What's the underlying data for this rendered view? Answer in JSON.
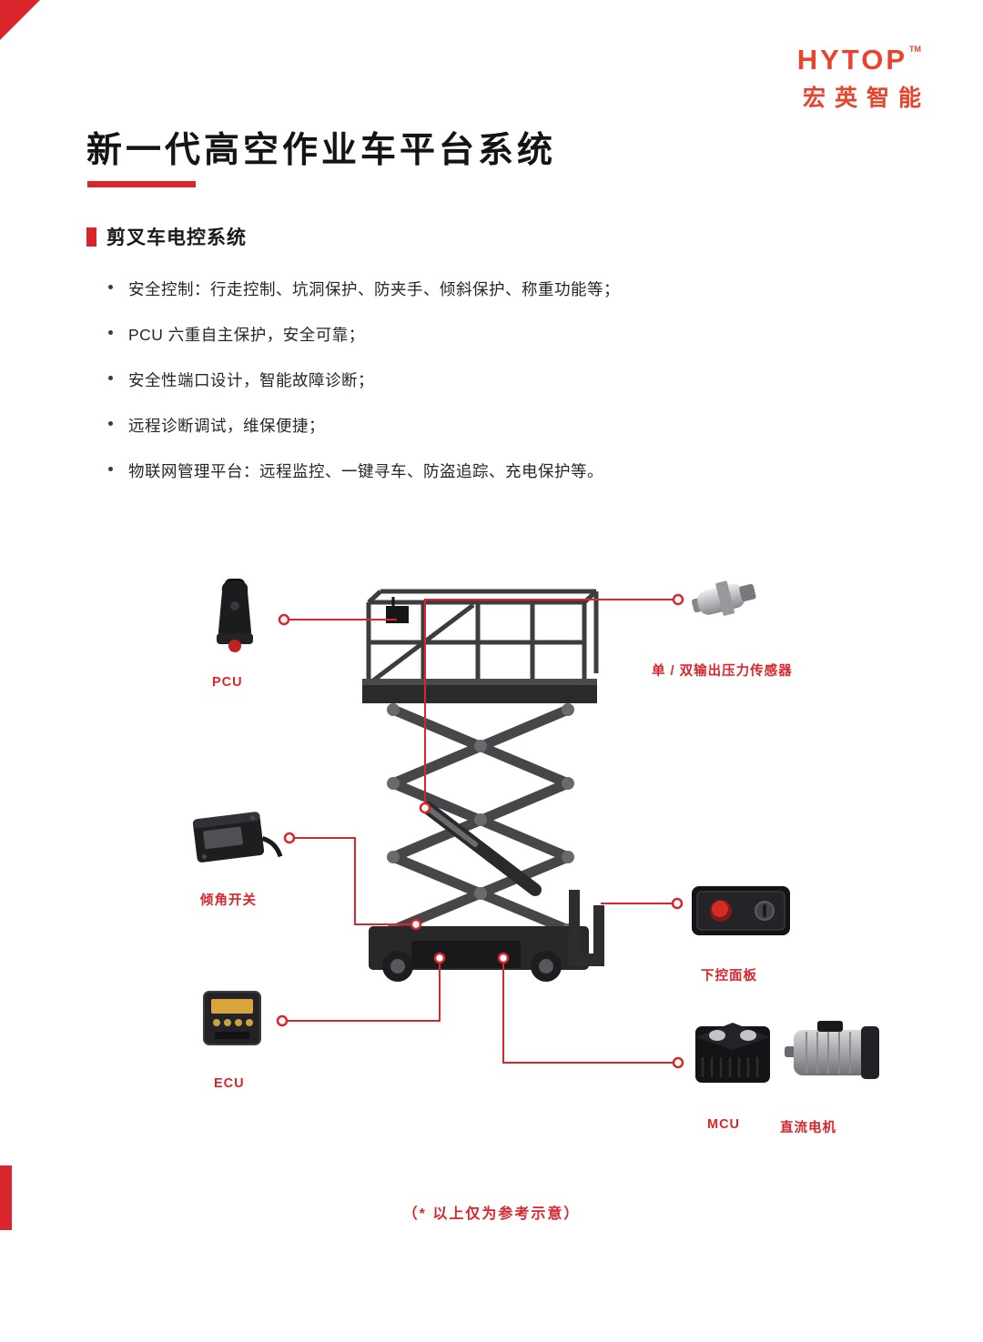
{
  "logo": {
    "brand": "HYTOP",
    "tm": "TM",
    "subtitle": "宏英智能"
  },
  "header": {
    "title": "新一代高空作业车平台系统"
  },
  "section": {
    "heading": "剪叉车电控系统",
    "bullets": [
      "安全控制：行走控制、坑洞保护、防夹手、倾斜保护、称重功能等；",
      "PCU 六重自主保护，安全可靠；",
      "安全性端口设计，智能故障诊断；",
      "远程诊断调试，维保便捷；",
      "物联网管理平台：远程监控、一键寻车、防盗追踪、充电保护等。"
    ]
  },
  "diagram": {
    "labels": {
      "pcu": "PCU",
      "pressure_sensor": "单 / 双输出压力传感器",
      "tilt_switch": "倾角开关",
      "lower_control_panel": "下控面板",
      "ecu": "ECU",
      "mcu": "MCU",
      "dc_motor": "直流电机"
    }
  },
  "footnote": "（* 以上仅为参考示意）",
  "colors": {
    "accent_red": "#d9262c",
    "logo_red": "#e8432d",
    "text_dark": "#1f1f1f",
    "machine_gray": "#3d3d40"
  }
}
